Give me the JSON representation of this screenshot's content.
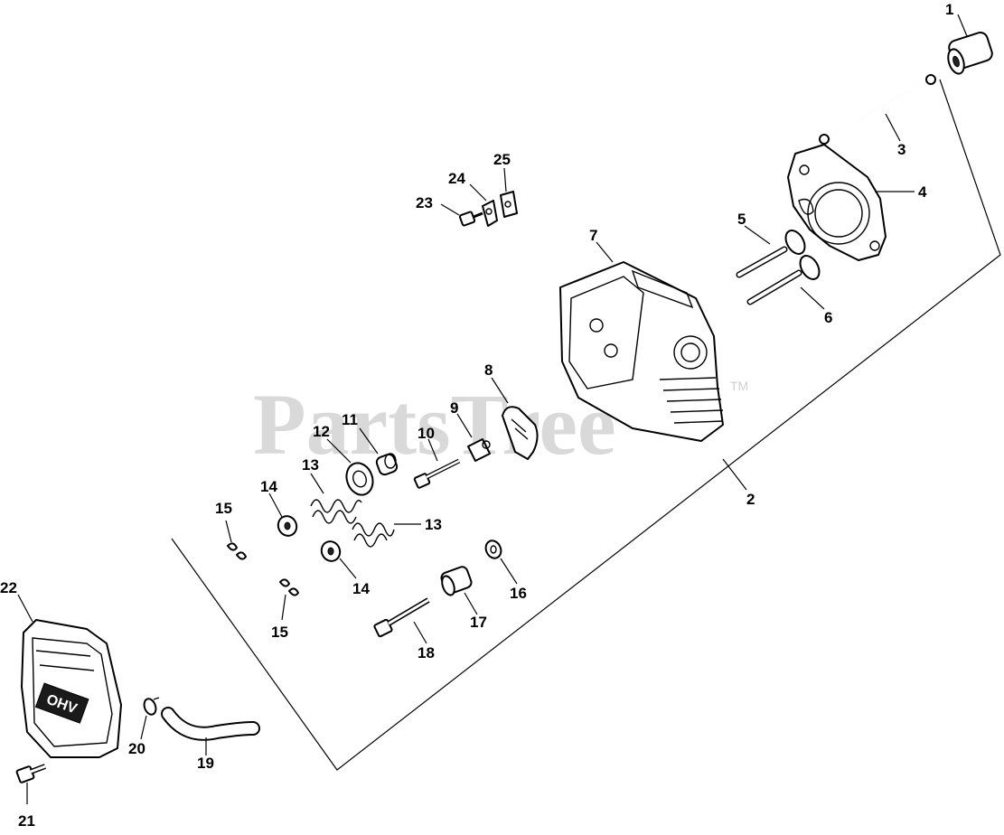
{
  "watermark": {
    "text": "PartsTree",
    "tm": "TM"
  },
  "callouts": {
    "c1": "1",
    "c2": "2",
    "c3": "3",
    "c4": "4",
    "c5": "5",
    "c6": "6",
    "c7": "7",
    "c8": "8",
    "c9": "9",
    "c10": "10",
    "c11": "11",
    "c12": "12",
    "c13a": "13",
    "c13b": "13",
    "c14a": "14",
    "c14b": "14",
    "c15a": "15",
    "c15b": "15",
    "c16": "16",
    "c17": "17",
    "c18": "18",
    "c19": "19",
    "c20": "20",
    "c21": "21",
    "c22": "22",
    "c23": "23",
    "c24": "24",
    "c25": "25"
  },
  "cover_label": "OHV"
}
